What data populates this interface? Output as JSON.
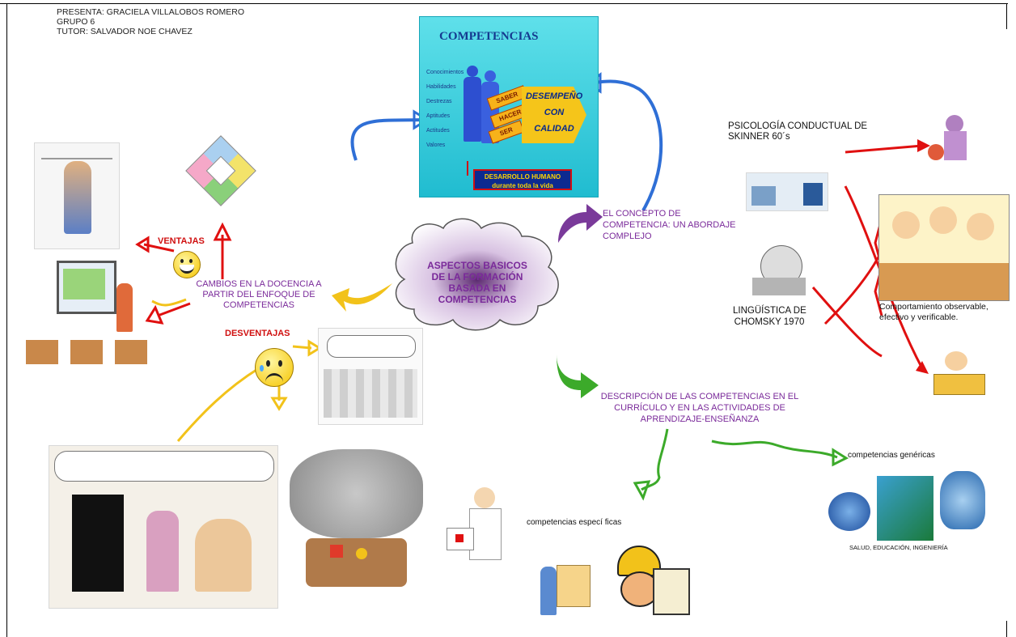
{
  "header": {
    "line1": "PRESENTA: GRACIELA VILLALOBOS ROMERO",
    "line2": "GRUPO 6",
    "line3": "TUTOR: SALVADOR NOE CHAVEZ"
  },
  "center": {
    "line1": "ASPECTOS BASICOS",
    "line2": "DE LA FORMACIÓN",
    "line3": "BASADA EN",
    "line4": "COMPETENCIAS"
  },
  "competencias_card": {
    "title": "COMPETENCIAS",
    "items": [
      "Conocimientos",
      "Habilidades",
      "Destrezas",
      "Aptitudes",
      "Actitudes",
      "Valores"
    ],
    "arrows": [
      "SABER",
      "HACER",
      "SER"
    ],
    "desempeno": [
      "DESEMPEÑO",
      "CON",
      "CALIDAD"
    ],
    "footer_line1": "DESARROLLO HUMANO",
    "footer_line2": "durante toda la vida"
  },
  "concepto": {
    "line1": "EL CONCEPTO DE",
    "line2": "COMPETENCIA:  UN ABORDAJE",
    "line3": "COMPLEJO"
  },
  "psicologia": {
    "line1": "PSICOLOGÍA CONDUCTUAL DE",
    "line2": "SKINNER 60´s"
  },
  "linguistica": {
    "line1": "LINGÜÍSTICA DE",
    "line2": "CHOMSKY 1970"
  },
  "comportamiento": {
    "line1": "Comportamiento observable,",
    "line2": "efectivo y verificable."
  },
  "cambios": {
    "line1": "CAMBIOS  EN LA DOCENCIA A",
    "line2": "PARTIR DEL ENFOQUE DE",
    "line3": "COMPETENCIAS"
  },
  "ventajas": "VENTAJAS",
  "desventajas": "DESVENTAJAS",
  "descripcion": {
    "line1": "DESCRIPCIÓN DE LAS COMPETENCIAS  EN EL",
    "line2": "CURRÍCULO Y EN LAS ACTIVIDADES  DE",
    "line3": "APRENDIZAJE-ENSEÑANZA"
  },
  "genericas": "competencias genéricas",
  "especificas": "competencias especí ficas",
  "areas": "SALUD,  EDUCACIÓN,   INGENIERÍA",
  "colors": {
    "purple": "#7a2a9a",
    "red": "#e01010",
    "blue": "#2f6fd6",
    "green": "#3caa2a",
    "yellow": "#f2c21a",
    "card_bg": "#27c4d6"
  }
}
